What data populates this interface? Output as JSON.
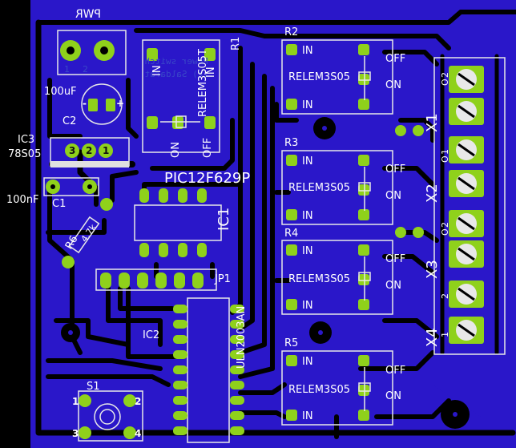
{
  "board": {
    "copper_color": "#2a17c9",
    "pad_color": "#8fd11b",
    "background_color": "#000000"
  },
  "labels": {
    "pwr": "PWR",
    "cap_100uf": "100uF",
    "c2": "C2",
    "ic3": "IC3",
    "reg": "78S05",
    "cap_100nf": "100nF",
    "c1": "C1",
    "r6": "R6",
    "r6_val": "4.7k",
    "mcu": "PIC12F629P",
    "ic1": "IC1",
    "jp1": "JP1",
    "ic2": "IC2",
    "driver": "ULN2003AN",
    "s1": "S1",
    "r1": "R1",
    "r2": "R2",
    "r3": "R3",
    "r4": "R4",
    "r5": "R5",
    "relay": "RELEM3S05",
    "relay_vert": "RELEM3S05T",
    "in": "IN",
    "on": "ON",
    "off": "OFF",
    "x1": "X1",
    "x2": "X2",
    "x3": "X3",
    "x4": "X4",
    "mirror_1": "Power switch",
    "mirror_2": "(c) Saldarat",
    "term_1": "1",
    "term_2": "2",
    "term_o": "O",
    "pin_1": "1",
    "pin_2": "2",
    "pin_3": "3",
    "pin_4": "4",
    "pin_minus": "-",
    "pin_plus": "+"
  }
}
